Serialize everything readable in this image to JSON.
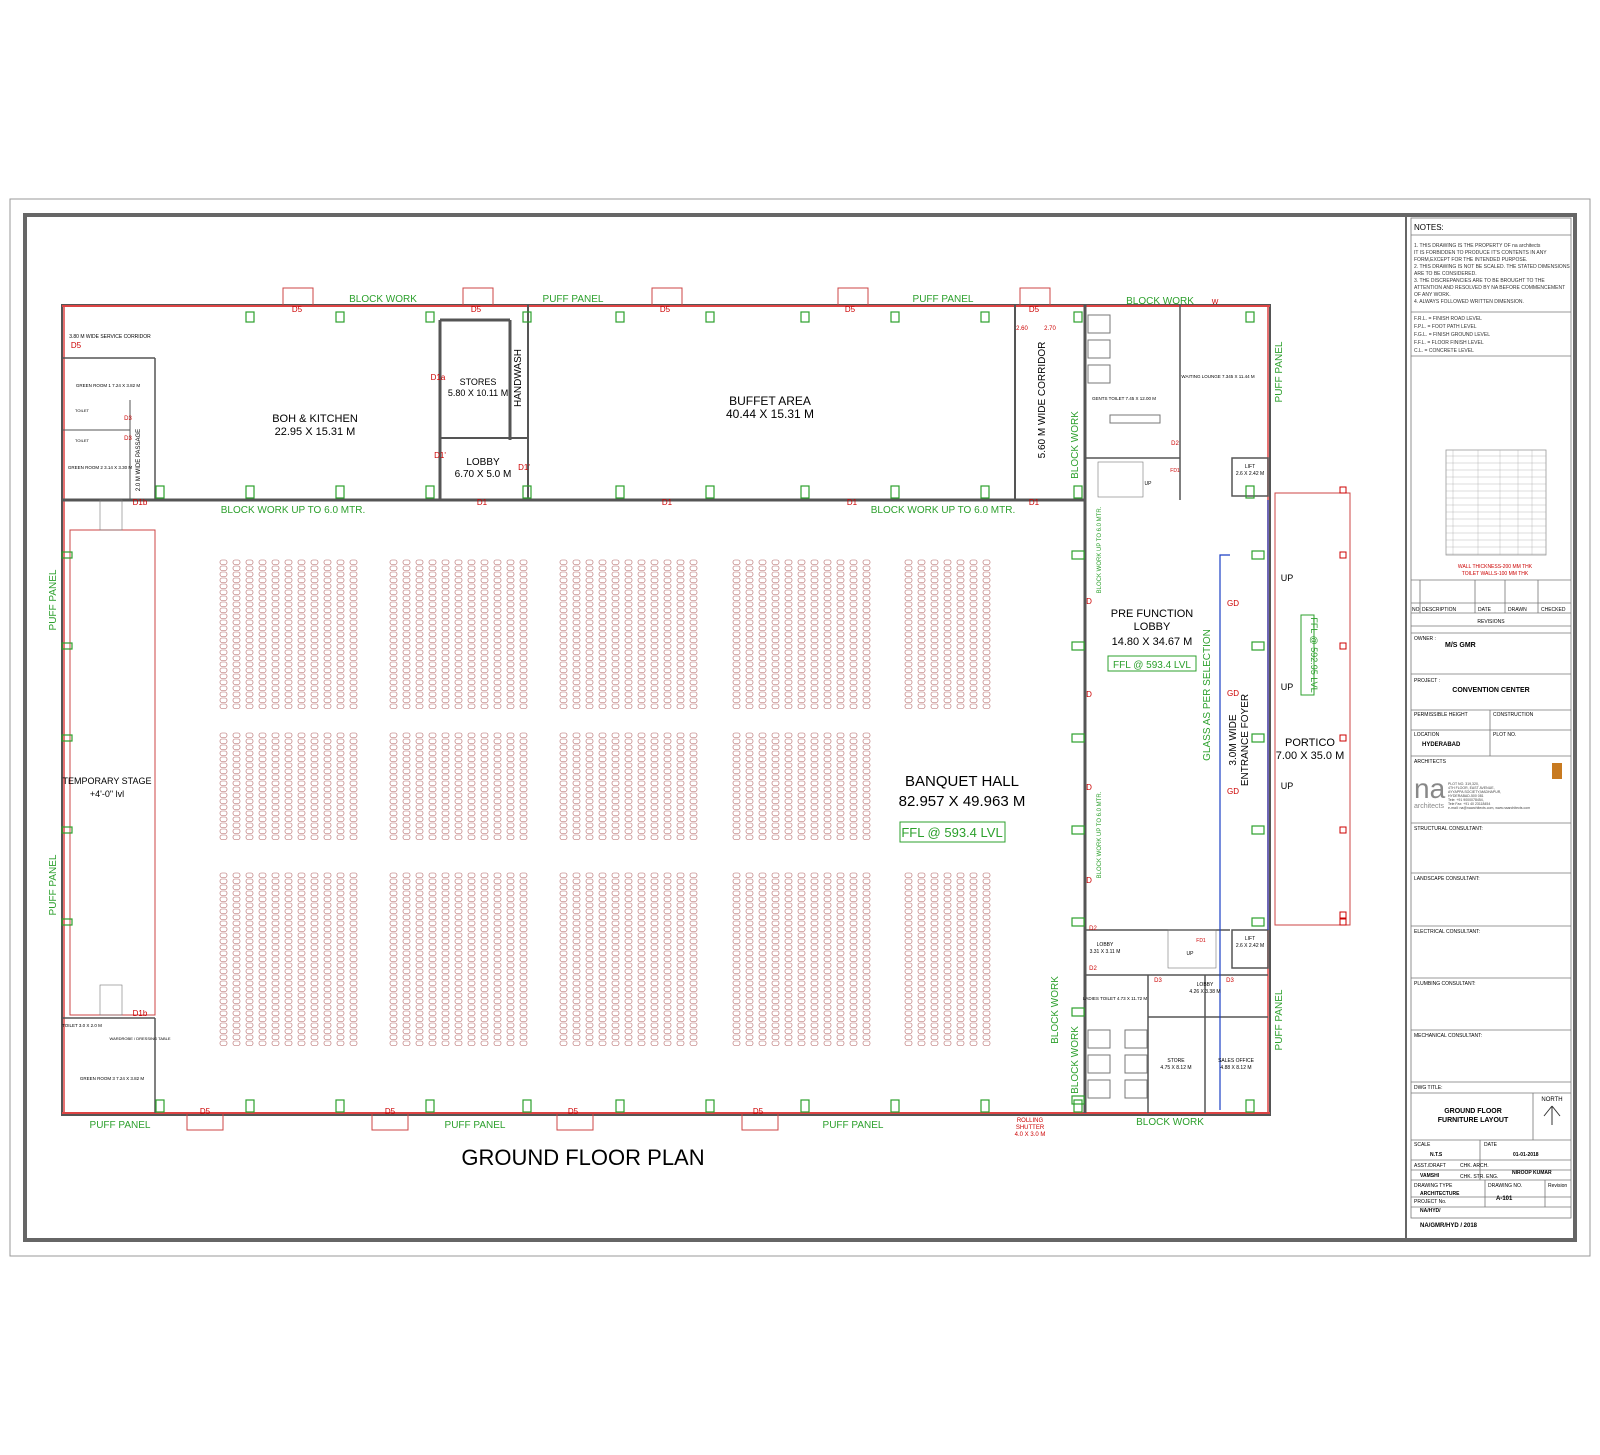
{
  "drawing_title": "GROUND FLOOR PLAN",
  "rooms": {
    "boh": {
      "name": "BOH & KITCHEN",
      "size": "22.95 X 15.31 M"
    },
    "stores": {
      "name": "STORES",
      "size": "5.80 X 10.11 M"
    },
    "handwash": "HANDWASH",
    "buffet": {
      "name": "BUFFET AREA",
      "size": "40.44 X 15.31 M"
    },
    "lobby_top": {
      "name": "LOBBY",
      "size": "6.70 X 5.0 M"
    },
    "corridor": "5.60 M WIDE CORRIDOR",
    "service_corridor": "3.80 M WIDE SERVICE CORRIDOR",
    "green_room_1": "GREEN ROOM 1 7.24 X 3.82 M",
    "green_room_2": "GREEN ROOM 2 3.14 X 3.30 M",
    "toilet_1": "TOILET",
    "toilet_2": "TOILET",
    "passage": "2.0 M WIDE PASSAGE",
    "temporary_stage": {
      "name": "TEMPORARY STAGE",
      "level": "+4'-0\" lvl"
    },
    "banquet": {
      "name": "BANQUET HALL",
      "size": "82.957 X 49.963 M",
      "ffl": "FFL @ 593.4 LVL"
    },
    "prefunction": {
      "name1": "PRE FUNCTION",
      "name2": "LOBBY",
      "size": "14.80 X 34.67 M",
      "ffl": "FFL @ 593.4 LVL"
    },
    "portico": {
      "name": "PORTICO",
      "size": "7.00 X 35.0 M"
    },
    "entrance_foyer": {
      "line1": "3.0M WIDE",
      "line2": "ENTRANCE FOYER"
    },
    "portico_ffl": "FFL @ 592.95 LVL",
    "glass_selection": "GLASS AS PER SELECTION",
    "gents_toilet": "GENTS TOILET 7.45 X 12.00 M",
    "waiting_lounge": "WAITING LOUNGE 7.345 X 11.44 M",
    "lift_top": {
      "name": "LIFT",
      "size": "2.6 X 2.42 M"
    },
    "lift_bottom": {
      "name": "LIFT",
      "size": "2.6 X 2.42 M"
    },
    "lobby_small": {
      "name": "LOBBY",
      "size": "3.31 X 3.11 M"
    },
    "ladies_toilet": "LADIES TOILET 4.73 X 11.72 M",
    "lobby_br": {
      "name": "LOBBY",
      "size": "4.26 X 3.38 M"
    },
    "store": {
      "name": "STORE",
      "size": "4.75 X 8.12 M"
    },
    "sales_office": {
      "name": "SALES OFFICE",
      "size": "4.88 X 8.12 M"
    },
    "green_room_3": "GREEN ROOM 3 7.24 X 3.82 M",
    "toilet_3": "TOILET 3.0 X 2.0 M",
    "wardrobe": "WARDROBE / DRESSING TABLE",
    "rolling_shutter": {
      "line1": "ROLLING",
      "line2": "SHUTTER",
      "size": "4.0 X 3.0 M"
    }
  },
  "wall_labels": {
    "block_work": "BLOCK WORK",
    "puff_panel": "PUFF PANEL",
    "block_work_6m": "BLOCK WORK UP TO 6.0 MTR.",
    "block_work_6m_v": "BLOCK WORK UP TO 6.0 MTR."
  },
  "door_tags": {
    "d5": "D5",
    "d1": "D1",
    "d1a": "D1a",
    "d1b": "D1b",
    "d1prime": "D1'",
    "d": "D",
    "gd": "GD",
    "d2": "D2",
    "d3": "D3",
    "d4": "D4",
    "fd1": "FD1",
    "w": "W",
    "up": "UP"
  },
  "dims": {
    "a": "2.60",
    "b": "2.70"
  },
  "title_block": {
    "notes_heading": "NOTES:",
    "notes": [
      "1. THIS DRAWING IS THE PROPERTY OF  na architects",
      "   IT IS FORBIDDEN TO PRODUCE IT'S CONTENTS IN ANY",
      "   FORM,EXCEPT FOR THE INTENDED PURPOSE.",
      "2. THIS DRAWING IS NOT BE SCALED. THE STATED DIMENSIONS",
      "   ARE TO BE CONSIDERED.",
      "3. THE DISCREPANCIES ARE TO BE BROUGHT TO THE",
      "   ATTENTION AND RESOLVED BY NA BEFORE COMMENCEMENT",
      "   OF ANY WORK.",
      "4. ALWAYS FOLLOWED WRITTEN DIMENSION."
    ],
    "levels": [
      "F.R.L. = FINISH ROAD LEVEL",
      "F.P.L. = FOOT PATH LEVEL",
      "F.G.L. = FINISH GROUND LEVEL",
      "F.F.L. = FLOOR FINISH LEVEL",
      "C.L. = CONCRETE LEVEL"
    ],
    "wall_note": "WALL THICKNESS-200 MM THK",
    "wall_note2": "TOILET WALLS-100 MM THK",
    "rev_headers": [
      "NO",
      "DESCRIPTION",
      "DATE",
      "DRAWN",
      "CHECKED"
    ],
    "revisions": "REVISIONS",
    "owner_label": "OWNER :",
    "owner": "M/S GMR",
    "project_label": "PROJECT :",
    "project": "CONVENTION CENTER",
    "permissible_height": "PERMISSIBLE HEIGHT",
    "construction": "CONSTRUCTION",
    "location_label": "LOCATION",
    "location": "HYDERABAD",
    "plot_no": "PLOT NO.",
    "architects_label": "ARCHITECTS",
    "firm_logo": "na",
    "firm_sub": "architects",
    "firm_address": [
      "PLOT NO. 319,320,",
      "4TH FLOOR, EAST AVENUE,",
      "AYYAPPA SOCIETY,MADHAPUR,",
      "HYDERABAD-500 081",
      "Tele: +91 9000078454,",
      "Tele Fax: +91 40 23118454",
      "e-mail: na@naarchitects.com, www.naarchitects.com"
    ],
    "structural": "STRUCTURAL CONSULTANT:",
    "landscape": "LANDSCAPE CONSULTANT:",
    "electrical": "ELECTRICAL CONSULTANT:",
    "plumbing": "PLUMBING CONSULTANT:",
    "mechanical": "MECHANICAL CONSULTANT:",
    "dwg_title_label": "DWG TITLE:",
    "dwg_title_1": "GROUND FLOOR",
    "dwg_title_2": "FURNITURE LAYOUT",
    "north": "NORTH",
    "scale_label": "SCALE",
    "scale": "N.T.S",
    "date_label": "DATE",
    "date": "01-01-2018",
    "asst_label": "ASST./DRAFT",
    "asst": "VAMSHI",
    "chk_arch_label": "CHK. ARCH.",
    "chk_arch": "NIROOP KUMAR",
    "chk_str_label": "CHK. STR. ENG.",
    "drawing_type_label": "DRAWING TYPE",
    "drawing_type": "ARCHITECTURE",
    "drawing_no_label": "DRAWING NO.",
    "drawing_no": "A-101",
    "revision_label": "Revision",
    "project_no_label": "PROJECT No.",
    "project_no_1": "NA/HYD/",
    "project_no_2": "NA/GMR/HYD / 2018"
  },
  "colors": {
    "wall": "#555555",
    "grid_green": "#2ca02c",
    "red": "#cc0000",
    "blue": "#1a3fc4",
    "chair": "#b06060"
  }
}
